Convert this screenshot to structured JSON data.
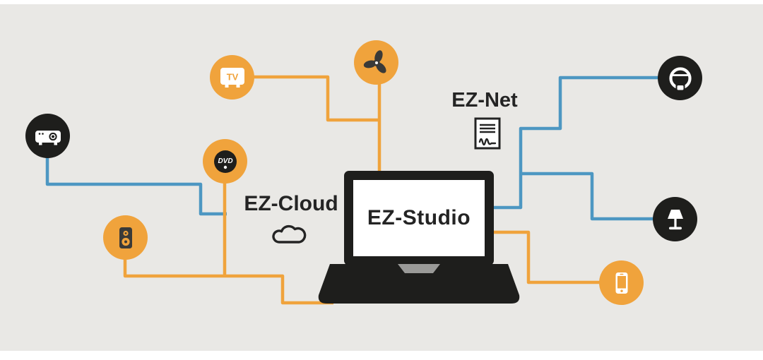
{
  "colors": {
    "canvas": "#e9e8e5",
    "frame": "#ffffff",
    "accent_orange": "#f0a33c",
    "accent_blue": "#4d97c2",
    "dark": "#1e1e1c",
    "text": "#242424",
    "glyph_dark": "#3a3a38",
    "base_notch": "#9a9a98"
  },
  "hub": {
    "label": "EZ-Studio"
  },
  "services": {
    "cloud": {
      "label": "EZ-Cloud",
      "icon": "cloud-icon"
    },
    "net": {
      "label": "EZ-Net",
      "icon": "document-icon"
    }
  },
  "device_labels": {
    "tv": "TV",
    "dvd": "DVD"
  },
  "nodes": [
    {
      "id": "projector",
      "icon": "projector-icon",
      "circle": "dark",
      "link": "blue"
    },
    {
      "id": "tv",
      "icon": "tv-icon",
      "label": "TV",
      "circle": "orange",
      "link": "orange"
    },
    {
      "id": "fan",
      "icon": "fan-icon",
      "circle": "orange",
      "link": "orange"
    },
    {
      "id": "dvd",
      "icon": "dvd-disc-icon",
      "label": "DVD",
      "circle": "orange",
      "link": "orange"
    },
    {
      "id": "speaker",
      "icon": "speaker-icon",
      "circle": "orange",
      "link": "orange"
    },
    {
      "id": "robot-vacuum",
      "icon": "robot-vacuum-icon",
      "circle": "dark",
      "link": "blue"
    },
    {
      "id": "lamp",
      "icon": "lamp-icon",
      "circle": "dark",
      "link": "blue"
    },
    {
      "id": "smartphone",
      "icon": "smartphone-icon",
      "circle": "orange",
      "link": "orange"
    }
  ]
}
